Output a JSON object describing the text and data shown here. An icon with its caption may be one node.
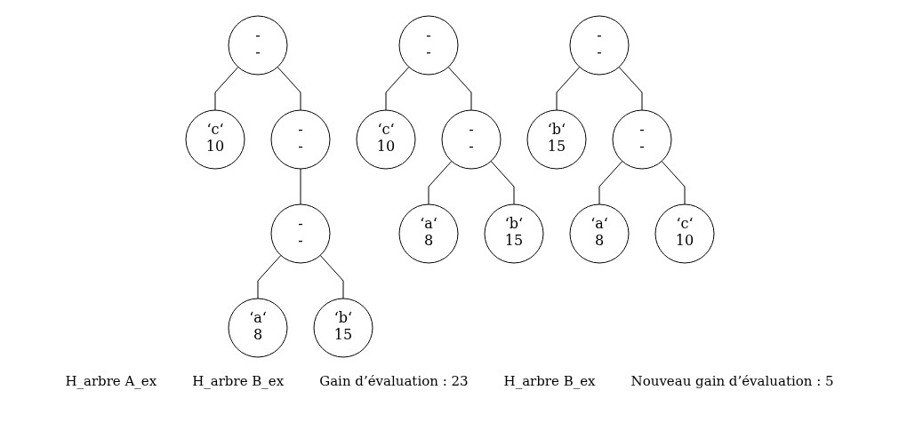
{
  "diagram": {
    "nodes": [
      {
        "text": [
          "-",
          "-"
        ]
      },
      {
        "text": [
          "‘c‘",
          "10"
        ]
      },
      {
        "text": [
          "-",
          "-"
        ]
      },
      {
        "text": [
          "-",
          "-"
        ]
      },
      {
        "text": [
          "‘a‘",
          "8"
        ]
      },
      {
        "text": [
          "‘b‘",
          "15"
        ]
      },
      {
        "text": [
          "-",
          "-"
        ]
      },
      {
        "text": [
          "‘c‘",
          "10"
        ]
      },
      {
        "text": [
          "-",
          "-"
        ]
      },
      {
        "text": [
          "‘a‘",
          "8"
        ]
      },
      {
        "text": [
          "‘b‘",
          "15"
        ]
      },
      {
        "text": [
          "-",
          "-"
        ]
      },
      {
        "text": [
          "‘b‘",
          "15"
        ]
      },
      {
        "text": [
          "-",
          "-"
        ]
      },
      {
        "text": [
          "‘a‘",
          "8"
        ]
      },
      {
        "text": [
          "‘c‘",
          "10"
        ]
      }
    ],
    "edges": [
      {
        "from": 0,
        "to": 1,
        "arrow": "none"
      },
      {
        "from": 0,
        "to": 2,
        "arrow": "none"
      },
      {
        "from": 2,
        "to": 3,
        "arrow": "none"
      },
      {
        "from": 3,
        "to": 4,
        "arrow": "none"
      },
      {
        "from": 3,
        "to": 5,
        "arrow": "none"
      },
      {
        "from": 6,
        "to": 7,
        "arrow": "none"
      },
      {
        "from": 6,
        "to": 8,
        "arrow": "none"
      },
      {
        "from": 8,
        "to": 9,
        "arrow": "none"
      },
      {
        "from": 8,
        "to": 10,
        "arrow": "none"
      },
      {
        "from": 11,
        "to": 12,
        "arrow": "none"
      },
      {
        "from": 11,
        "to": 13,
        "arrow": "none"
      },
      {
        "from": 13,
        "to": 14,
        "arrow": "none"
      },
      {
        "from": 13,
        "to": 15,
        "arrow": "none"
      }
    ],
    "labels": [
      "H_arbre A_ex",
      "H_arbre B_ex",
      "Gain d’évaluation : 23",
      "H_arbre B_ex",
      "Nouveau gain d’évaluation : 5"
    ]
  }
}
